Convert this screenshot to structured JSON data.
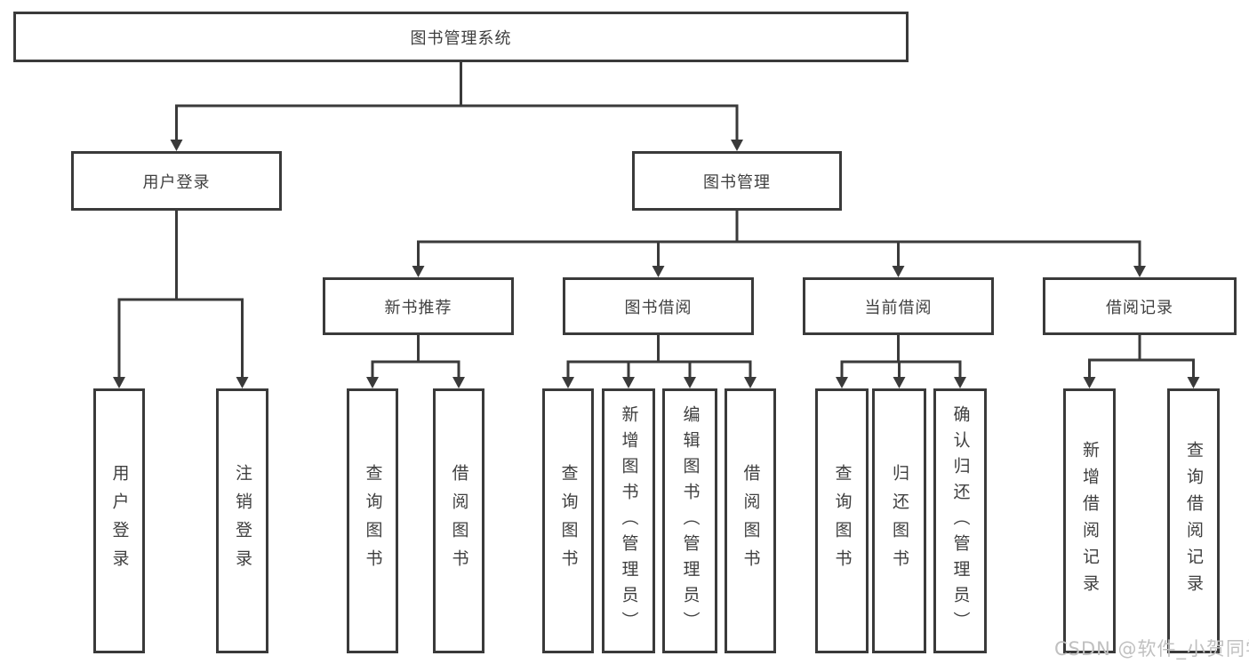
{
  "diagram_title": "图书管理系统",
  "tree": {
    "root": {
      "label": "图书管理系统"
    },
    "level1": [
      {
        "label": "用户登录"
      },
      {
        "label": "图书管理"
      }
    ],
    "level2": [
      {
        "label": "新书推荐",
        "parent": "图书管理"
      },
      {
        "label": "图书借阅",
        "parent": "图书管理"
      },
      {
        "label": "当前借阅",
        "parent": "图书管理"
      },
      {
        "label": "借阅记录",
        "parent": "图书管理"
      }
    ],
    "leaves": [
      {
        "label": "用户登录",
        "parent": "用户登录"
      },
      {
        "label": "注销登录",
        "parent": "用户登录"
      },
      {
        "label": "查询图书",
        "parent": "新书推荐"
      },
      {
        "label": "借阅图书",
        "parent": "新书推荐"
      },
      {
        "label": "查询图书",
        "parent": "图书借阅"
      },
      {
        "label": "新增图书（管理员）",
        "parent": "图书借阅"
      },
      {
        "label": "编辑图书（管理员）",
        "parent": "图书借阅"
      },
      {
        "label": "借阅图书",
        "parent": "图书借阅"
      },
      {
        "label": "查询图书",
        "parent": "当前借阅"
      },
      {
        "label": "归还图书",
        "parent": "当前借阅"
      },
      {
        "label": "确认归还（管理员）",
        "parent": "当前借阅"
      },
      {
        "label": "新增借阅记录",
        "parent": "借阅记录"
      },
      {
        "label": "查询借阅记录",
        "parent": "借阅记录"
      }
    ]
  },
  "watermark": {
    "text": "CSDN @软件_小贺同学"
  },
  "colors": {
    "line": "#3a3a3a",
    "text": "#3f3f3f",
    "background": "#ffffff",
    "watermark": "#c0c0c0"
  }
}
